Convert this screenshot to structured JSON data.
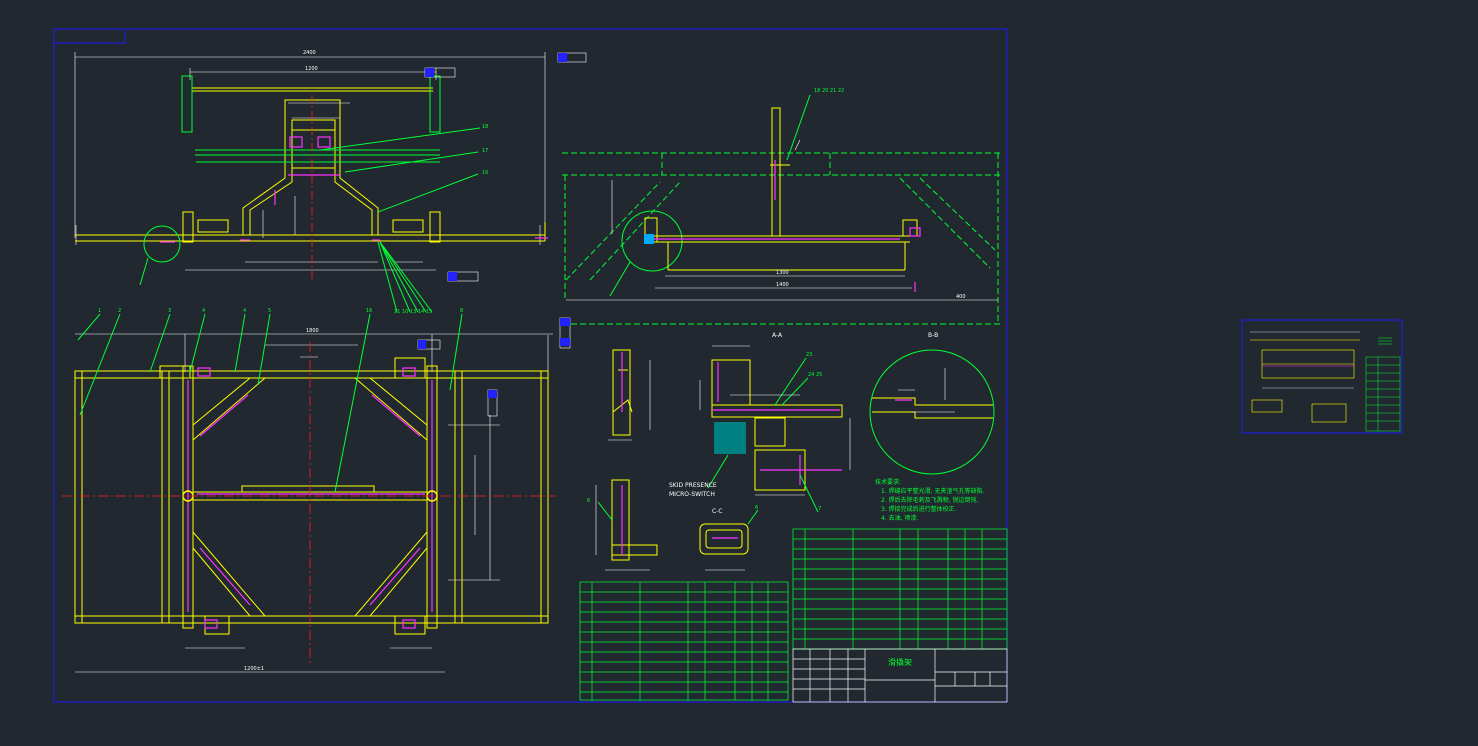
{
  "colors": {
    "background": "#212830",
    "frame": "#1a1aff",
    "structure": "#ffff00",
    "highlight": "#ff33ff",
    "leader": "#00ff33",
    "dimension": "#ffffff",
    "center": "#ff2020"
  },
  "section_labels": {
    "aa": "A-A",
    "bb": "B-B",
    "cc": "C-C"
  },
  "callout": {
    "line1": "SKID PRESENCE",
    "line2": "MICRO-SWITCH"
  },
  "balloons": {
    "top_right": "18 20 21 22",
    "plan_left": [
      "1",
      "2",
      "3",
      "4",
      "4",
      "5"
    ],
    "plan_right": [
      "16",
      "8"
    ],
    "mid_group": "11 10 13 14 15",
    "elev": [
      "18",
      "17",
      "16"
    ],
    "detail": [
      "23",
      "24 25",
      "7",
      "6",
      "6"
    ]
  },
  "dimensions": {
    "overall_width": "2400",
    "top_inner": "1200",
    "plan_width": "1800",
    "plan_bottom": "1200±1",
    "elev_width": "1400",
    "elev_inner": "1300",
    "elev_side": "400"
  },
  "notes": {
    "heading": "技术要求:",
    "items": [
      "1. 焊缝应平整光滑, 无夹渣气孔等缺陷.",
      "2. 焊后去除毛刺及飞溅物, 锐边倒钝.",
      "3. 焊接完成后进行整体校正.",
      "4. 去油, 喷漆."
    ]
  },
  "title_block": {
    "title": "滑撬架"
  }
}
